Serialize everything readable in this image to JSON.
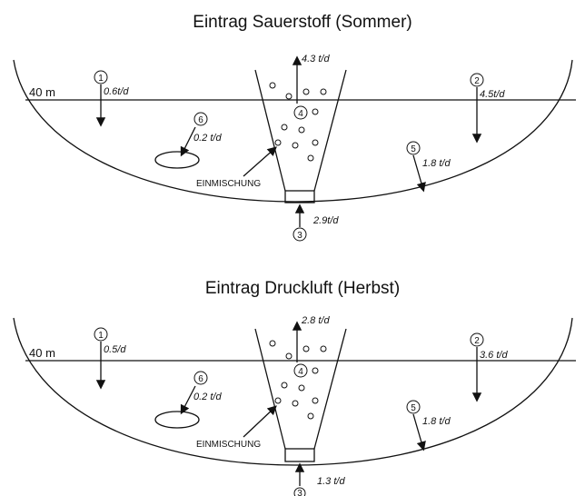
{
  "panels": [
    {
      "title": "Eintrag Sauerstoff  (Sommer)",
      "depth_label": "40 m",
      "mixing_label": "EINMISCHUNG",
      "flows": [
        {
          "id": "1",
          "value": "0.6t/d"
        },
        {
          "id": "2",
          "value": "4.5t/d"
        },
        {
          "id": "3",
          "value": "2.9t/d"
        },
        {
          "id": "4",
          "value": "4.3 t/d"
        },
        {
          "id": "5",
          "value": "1.8 t/d"
        },
        {
          "id": "6",
          "value": "0.2 t/d"
        }
      ]
    },
    {
      "title": "Eintrag Druckluft  (Herbst)",
      "depth_label": "40 m",
      "mixing_label": "EINMISCHUNG",
      "flows": [
        {
          "id": "1",
          "value": "0.5/d"
        },
        {
          "id": "2",
          "value": "3.6 t/d"
        },
        {
          "id": "3",
          "value": "1.3 t/d"
        },
        {
          "id": "4",
          "value": "2.8 t/d"
        },
        {
          "id": "5",
          "value": "1.8 t/d"
        },
        {
          "id": "6",
          "value": "0.2 t/d"
        }
      ]
    }
  ]
}
